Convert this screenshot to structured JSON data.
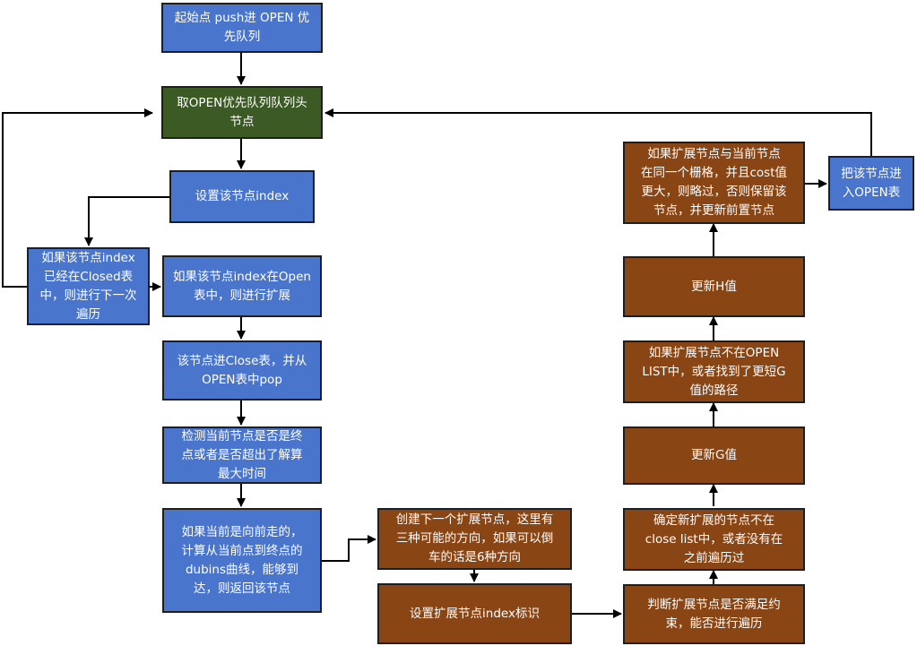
{
  "nodes": {
    "start": "起始点 push进 OPEN 优\n先队列",
    "pop_head": "取OPEN优先队列队列头\n节点",
    "set_index": "设置该节点index",
    "in_closed": "如果该节点index\n已经在Closed表\n中，则进行下一次\n遍历",
    "in_open": "如果该节点index在Open\n表中，则进行扩展",
    "to_close": "该节点进Close表，并从\nOPEN表中pop",
    "check_end": "检测当前节点是否是终\n点或者是否超出了解算\n最大时间",
    "dubins": "如果当前是向前走的，\n计算从当前点到终点的\ndubins曲线，能够到\n达，则返回该节点",
    "create_next": "创建下一个扩展节点，这里有\n三种可能的方向，如果可以倒\n车的话是6种方向",
    "set_ext_index": "设置扩展节点index标识",
    "check_constraint": "判断扩展节点是否满足约\n束，能否进行遍历",
    "not_in_close": "确定新扩展的节点不在\nclose list中，或者没有在\n之前遍历过",
    "update_g": "更新G值",
    "not_in_open": "如果扩展节点不在OPEN\nLIST中，或者找到了更短G\n值的路径",
    "update_h": "更新H值",
    "same_grid": "如果扩展节点与当前节点\n在同一个栅格，并且cost值\n更大，则略过，否则保留该\n节点，并更新前置节点",
    "push_open": "把该节点进\n入OPEN表"
  },
  "colors": {
    "blue": "#4a75cc",
    "green": "#3b5a24",
    "brown": "#8a4514",
    "border": "#1f1f1f",
    "arrow": "#000000"
  }
}
